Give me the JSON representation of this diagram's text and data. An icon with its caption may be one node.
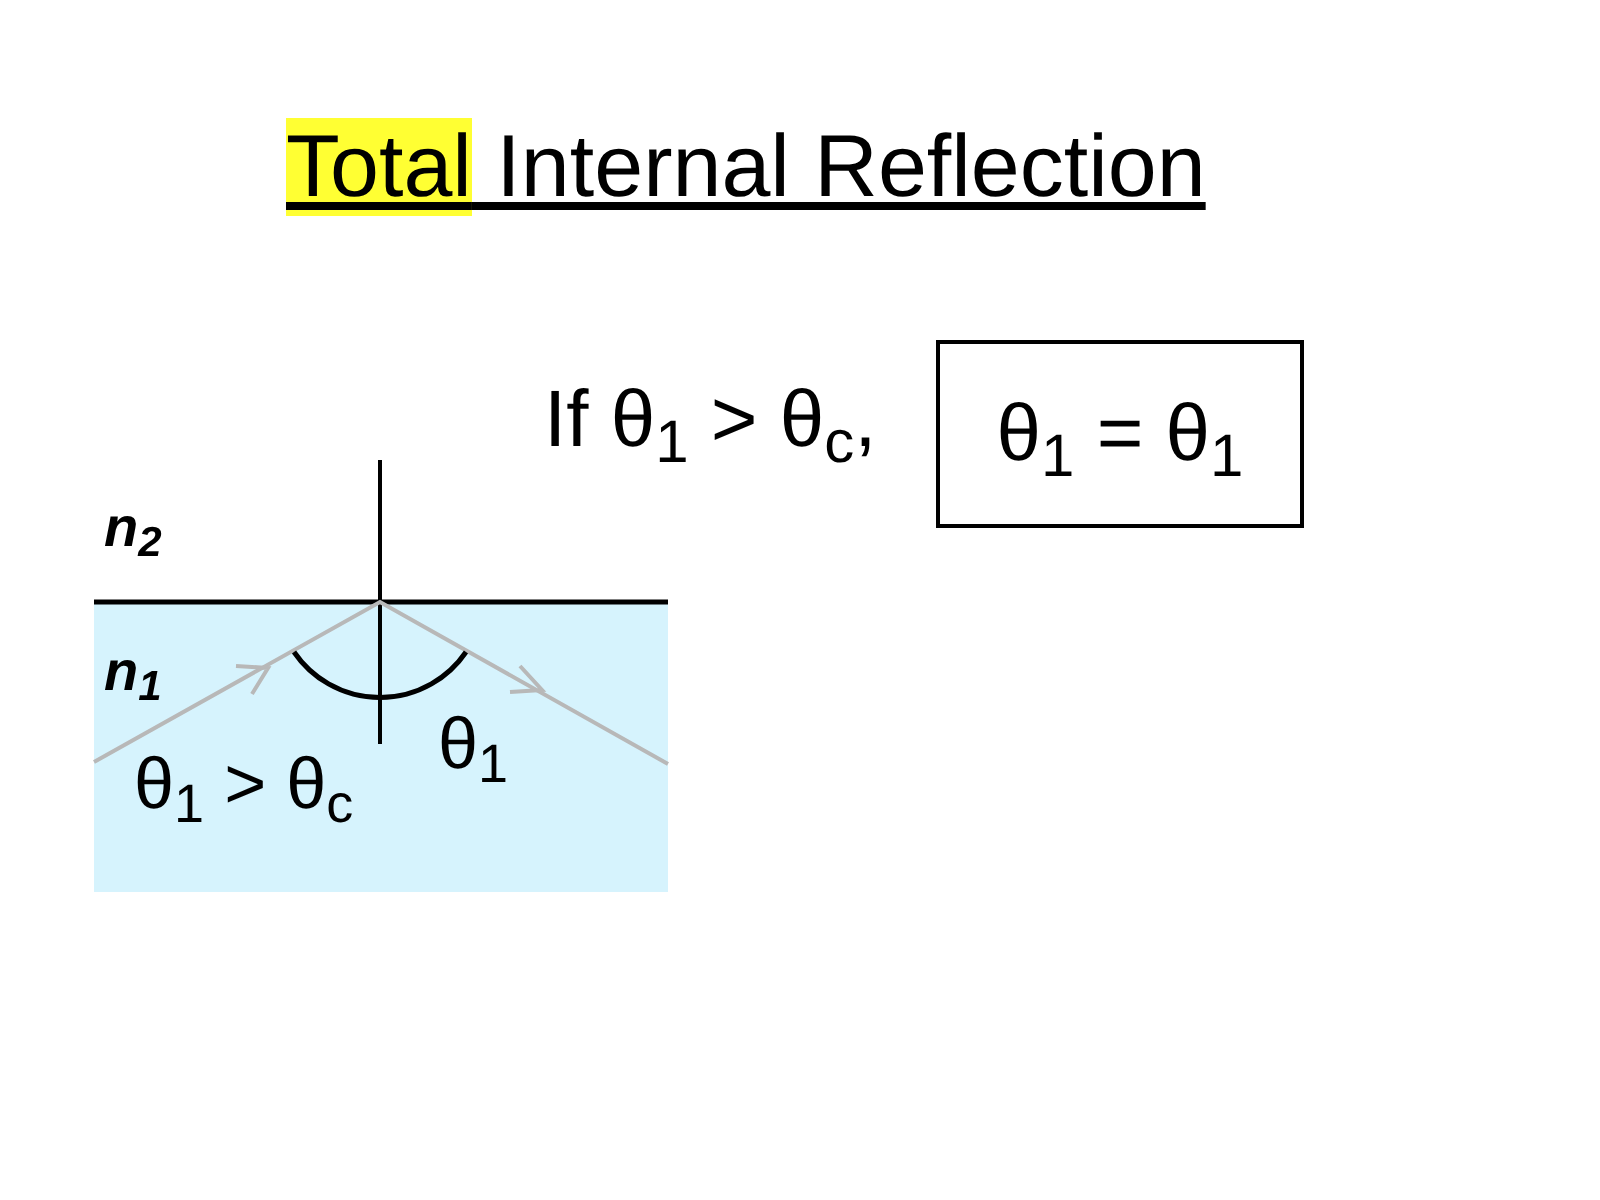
{
  "diagram": {
    "title": "Total Internal Reflection",
    "nodes": [
      {
        "text": [
          "θ$_{1}$ = θ$_{1}$"
        ]
      },
      {
        "text": [
          "n$_{1}$",
          "θ$_{1}$ > θ$_{c}$",
          "θ$_{1}$"
        ]
      }
    ],
    "labels": [
      "If θ$_{1}$ > θ$_{c}$,",
      "n$_{2}$"
    ]
  }
}
